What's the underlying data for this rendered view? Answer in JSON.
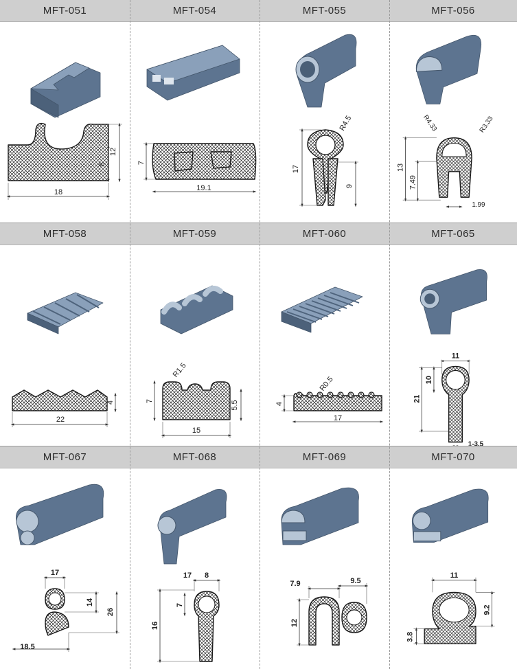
{
  "products": [
    {
      "code": "MFT-051",
      "dims": [
        "18",
        "8",
        "12"
      ]
    },
    {
      "code": "MFT-054",
      "dims": [
        "19.1",
        "7"
      ]
    },
    {
      "code": "MFT-055",
      "dims": [
        "R4.5",
        "17",
        "9"
      ]
    },
    {
      "code": "MFT-056",
      "dims": [
        "R4.33",
        "R3.33",
        "13",
        "7.49",
        "1.99"
      ]
    },
    {
      "code": "MFT-058",
      "dims": [
        "22",
        "4"
      ]
    },
    {
      "code": "MFT-059",
      "dims": [
        "R1.5",
        "7",
        "5.5",
        "15"
      ]
    },
    {
      "code": "MFT-060",
      "dims": [
        "R0.5",
        "4",
        "17"
      ]
    },
    {
      "code": "MFT-065",
      "dims": [
        "11",
        "10",
        "21",
        "1-3.5"
      ]
    },
    {
      "code": "MFT-067",
      "dims": [
        "17",
        "14",
        "26",
        "18.5"
      ]
    },
    {
      "code": "MFT-068",
      "dims": [
        "17",
        "8",
        "7",
        "16"
      ]
    },
    {
      "code": "MFT-069",
      "dims": [
        "7.9",
        "9.5",
        "12"
      ]
    },
    {
      "code": "MFT-070",
      "dims": [
        "11",
        "9.2",
        "3.8"
      ]
    }
  ],
  "colors": {
    "header_bg": "#cfcfcf",
    "profile_fill": "#5e7591",
    "profile_face": "#7c93ae",
    "hatch": "#222222"
  }
}
